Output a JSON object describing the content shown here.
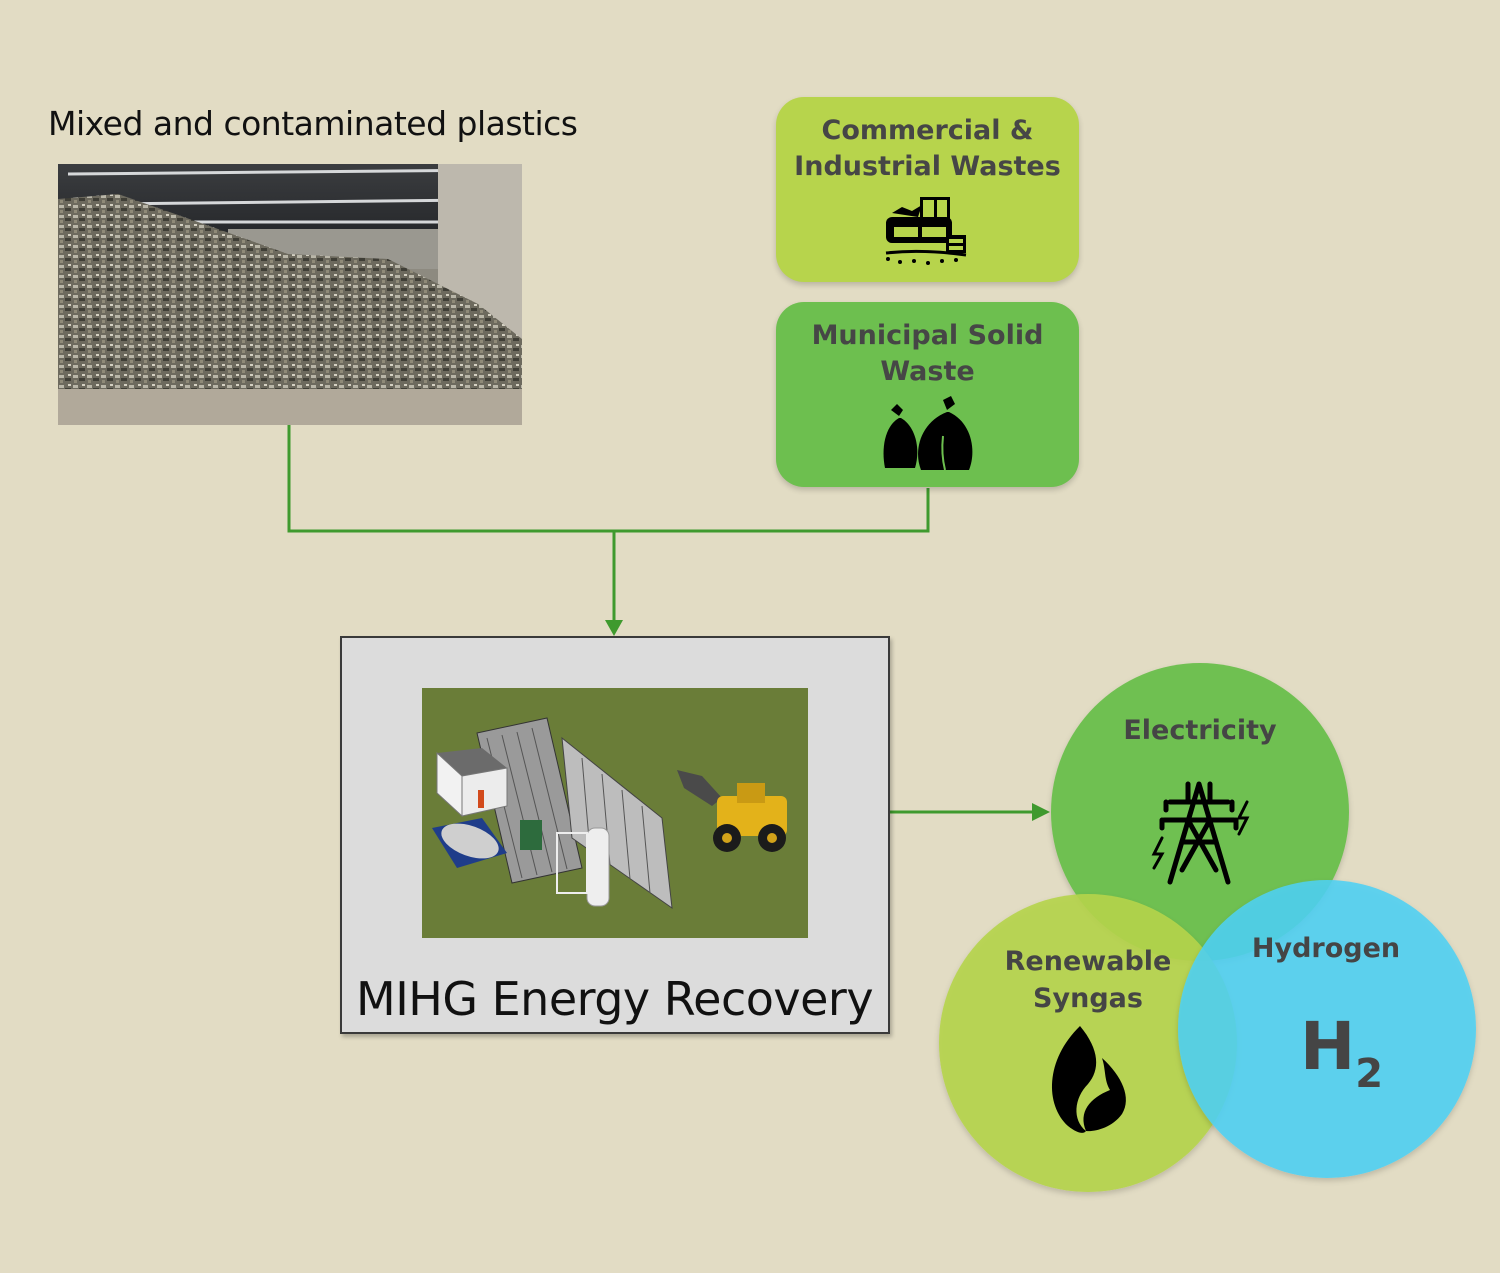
{
  "diagram": {
    "inputs": {
      "plastics": {
        "label": "Mixed and contaminated plastics",
        "image": "warehouse-plastic-waste-pile-photo"
      },
      "commercial_industrial": {
        "line1": "Commercial &",
        "line2": "Industrial Wastes",
        "icon": "furniture-waste-icon",
        "color": "#b7d44c"
      },
      "municipal": {
        "line1": "Municipal Solid",
        "line2": "Waste",
        "icon": "trash-bags-icon",
        "color": "#6dbf4f"
      }
    },
    "process": {
      "label": "MIHG Energy Recovery",
      "image": "gasification-plant-render"
    },
    "outputs": {
      "electricity": {
        "label": "Electricity",
        "icon": "power-pylon-icon",
        "color": "#6cbf4e"
      },
      "syngas": {
        "line1": "Renewable",
        "line2": "Syngas",
        "icon": "flame-icon",
        "color": "#b5d44a"
      },
      "hydrogen": {
        "label": "Hydrogen",
        "symbol": "H",
        "subscript": "2",
        "color": "#4fd0f4"
      }
    },
    "connector_color": "#3f9a2e"
  }
}
